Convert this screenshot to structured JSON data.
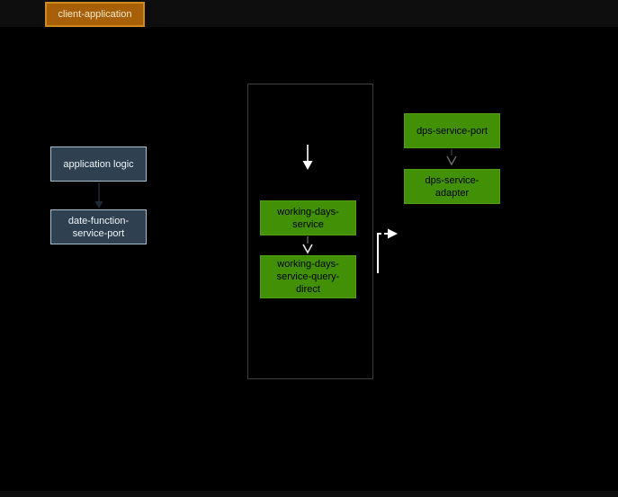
{
  "canvas": {
    "background": "#000000",
    "edge_strip_color": "#0e0e0e"
  },
  "diagram": {
    "nodes": {
      "client_application": {
        "label": "client-application",
        "fill": "#a86008",
        "border": "#cd8a1e",
        "text_color": "#f5e9cd"
      },
      "application_logic": {
        "label": "application logic",
        "fill": "#2f4150",
        "border": "#a7c0d2",
        "text_color": "#eef3f7"
      },
      "date_function_service_port": {
        "label": "date-function-\nservice-port",
        "fill": "#2f4150",
        "border": "#a7c0d2",
        "text_color": "#eef3f7"
      },
      "working_days_service": {
        "label": "working-days-\nservice",
        "fill": "#419006",
        "border": "#529d12",
        "text_color": "#000000"
      },
      "working_days_service_query_direct": {
        "label": "working-days-\nservice-query-\ndirect",
        "fill": "#419006",
        "border": "#529d12",
        "text_color": "#000000"
      },
      "dps_service_port": {
        "label": "dps-service-port",
        "fill": "#419006",
        "border": "#529d12",
        "text_color": "#000000"
      },
      "dps_service_adapter": {
        "label": "dps-service-\nadapter",
        "fill": "#419006",
        "border": "#529d12",
        "text_color": "#000000"
      }
    },
    "container": {
      "label": "",
      "border": "#3f3f3f"
    },
    "edges": [
      {
        "from": "application_logic",
        "to": "date_function_service_port",
        "style": "solid-arrow",
        "color": "#1d2936"
      },
      {
        "from": "container-top",
        "to": "working_days_service",
        "style": "solid-arrow",
        "color": "#ffffff"
      },
      {
        "from": "working_days_service",
        "to": "working_days_service_query_direct",
        "style": "open-v-arrow",
        "color": "#e8e8e8"
      },
      {
        "from": "dps_service_port",
        "to": "dps_service_adapter",
        "style": "open-v-arrow",
        "color": "#6b6b6b"
      },
      {
        "from": "working_days_service_query_direct",
        "to": "right-outside",
        "style": "elbow-arrow",
        "color": "#ffffff"
      }
    ]
  }
}
